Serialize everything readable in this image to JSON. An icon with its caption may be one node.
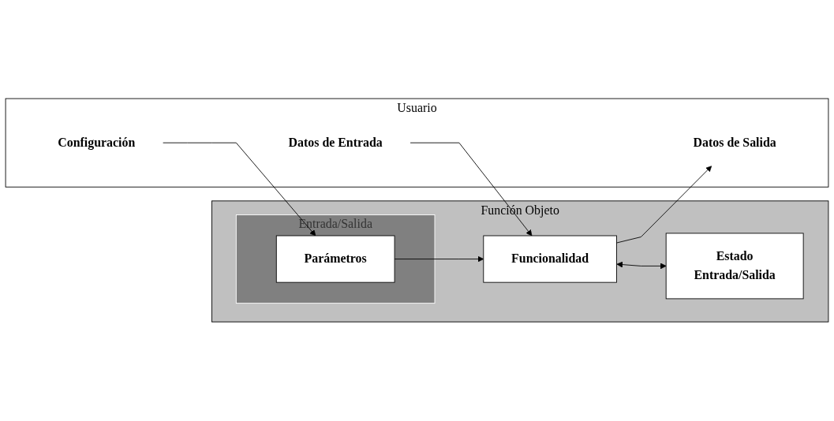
{
  "diagram": {
    "nodes": [
      {
        "text": [
          "Usuario"
        ]
      },
      {
        "text": [
          "Datos de Entrada"
        ],
        "in": 0
      },
      {
        "text": [
          "Datos de Salida"
        ],
        "in": 0
      },
      {
        "text": [
          "Configuración"
        ],
        "in": 0
      },
      {
        "text": [
          "Función Objeto"
        ]
      },
      {
        "text": [
          "Funcionalidad"
        ],
        "in": 4
      },
      {
        "text": [
          "Entrada/Salida"
        ],
        "in": 4
      },
      {
        "text": [
          "Parámetros"
        ],
        "in": 6
      },
      {
        "text": [
          "Estado",
          "Entrada/Salida"
        ],
        "in": 4
      }
    ],
    "edges": [
      {
        "from": 1,
        "to": 5,
        "arrow": "to"
      },
      {
        "from": 5,
        "to": 2,
        "arrow": "to"
      },
      {
        "from": 3,
        "to": 7,
        "arrow": "to"
      },
      {
        "from": 7,
        "to": 5,
        "arrow": "to"
      },
      {
        "from": 5,
        "to": 8,
        "arrow": "both"
      }
    ]
  }
}
